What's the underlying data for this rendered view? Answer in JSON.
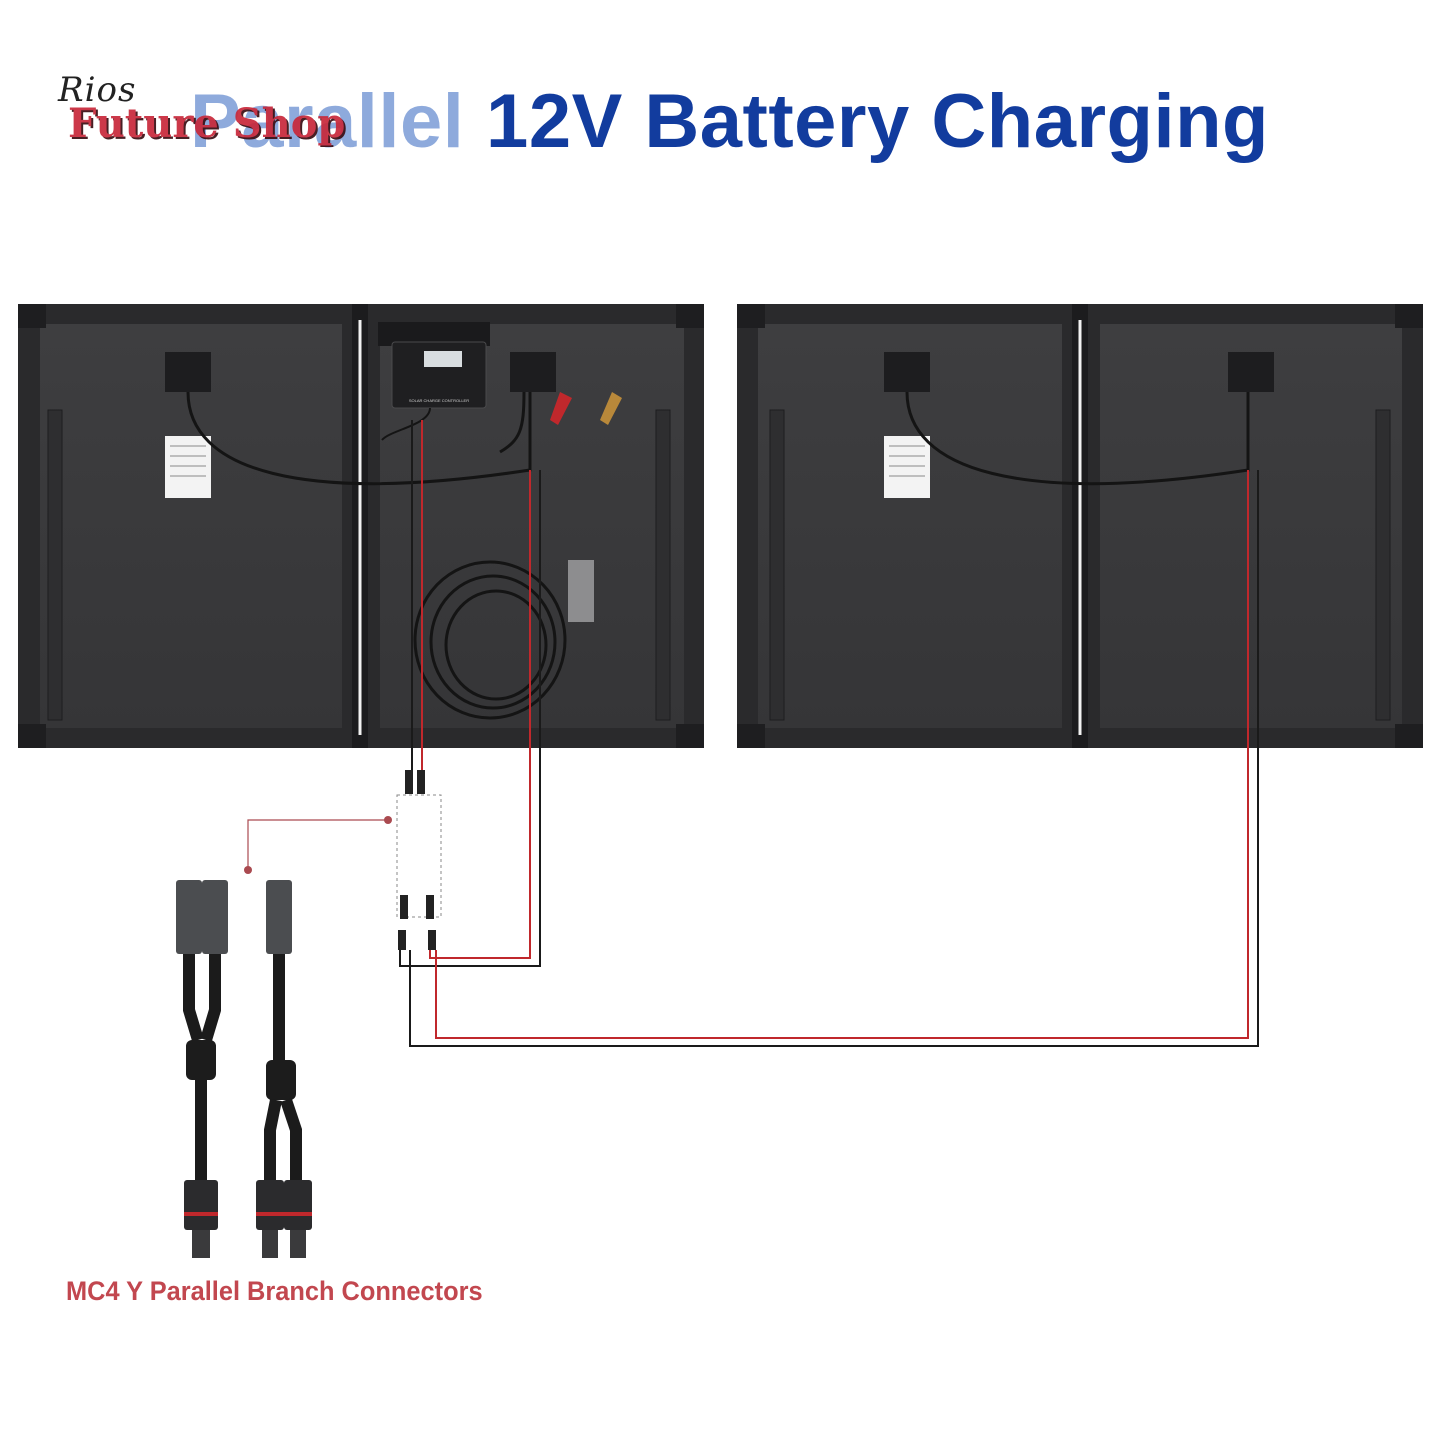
{
  "title": {
    "part1": "Parallel",
    "part2": "12V Battery Charging"
  },
  "watermark": {
    "script": "Rios",
    "main": "Future Shop"
  },
  "controller": {
    "label": "SOLAR CHARGE CONTROLLER"
  },
  "caption": "MC4 Y Parallel Branch Connectors",
  "colors": {
    "title_light": "#8eaadc",
    "title_dark": "#123c9e",
    "caption": "#c2474f",
    "panel": "#3a3a3c",
    "frame": "#2b2b2d",
    "wire_red": "#c0282c",
    "wire_black": "#1a1a1a"
  }
}
